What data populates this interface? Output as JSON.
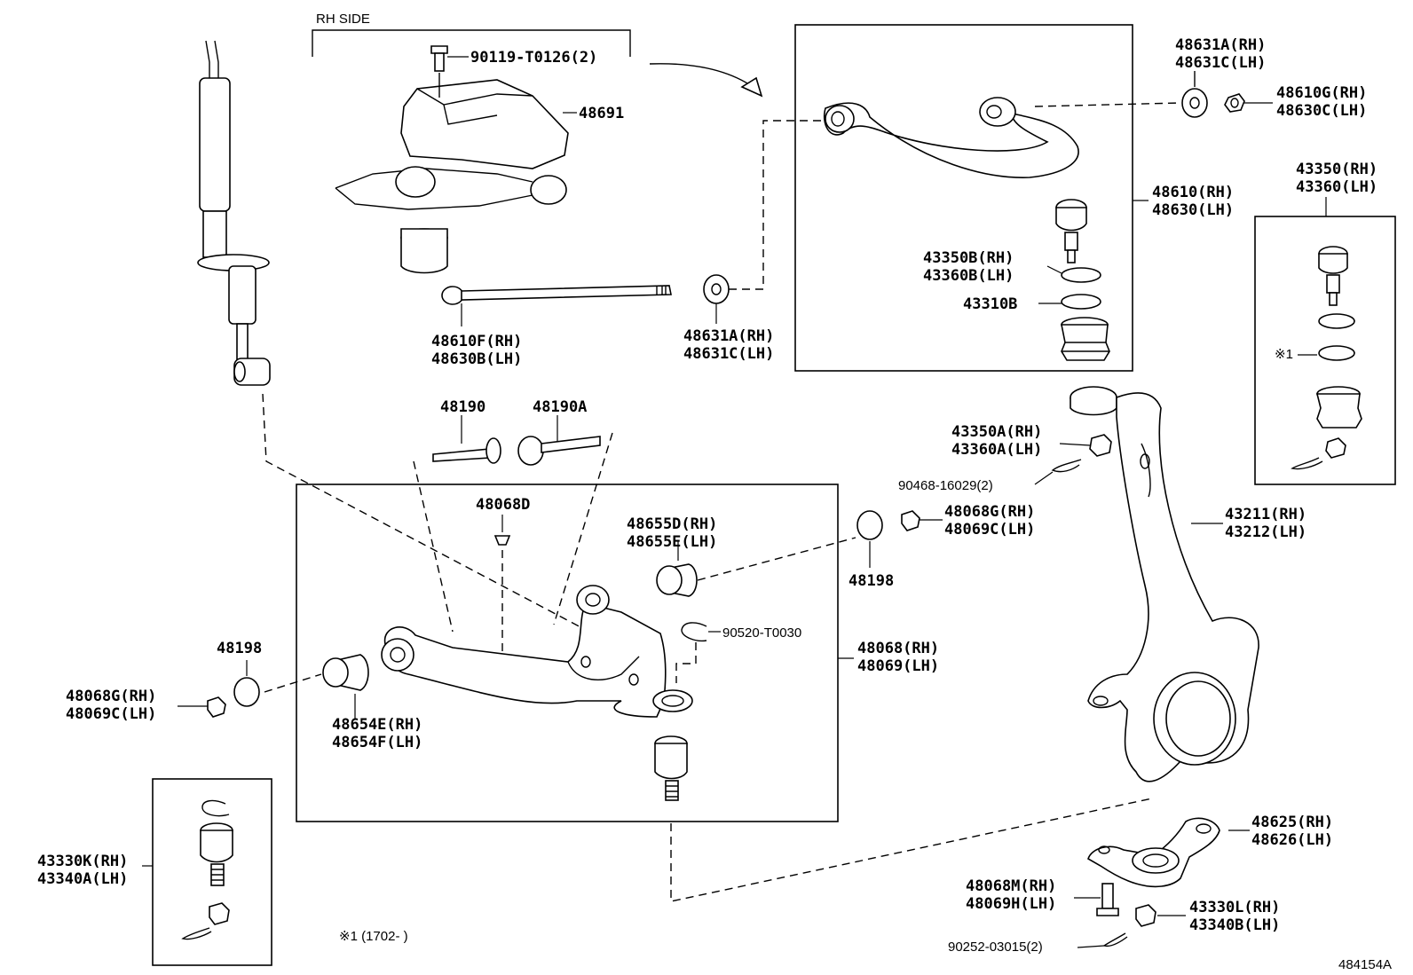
{
  "diagram_code": "484154A",
  "rh_side_label": "RH SIDE",
  "footnote": "※1 (1702-      )",
  "callouts": {
    "bolt_90119": "90119-T0126(2)",
    "p48691": "48691",
    "p48610F": "48610F(RH)",
    "p48630B": "48630B(LH)",
    "p48631A_mid": "48631A(RH)",
    "p48631C_mid": "48631C(LH)",
    "p48631A_top": "48631A(RH)",
    "p48631C_top": "48631C(LH)",
    "p48610G": "48610G(RH)",
    "p48630C": "48630C(LH)",
    "p48610": "48610(RH)",
    "p48630": "48630(LH)",
    "p43350B": "43350B(RH)",
    "p43360B": "43360B(LH)",
    "p43310B": "43310B",
    "p43350": "43350(RH)",
    "p43360": "43360(LH)",
    "mark1": "※1",
    "p48190": "48190",
    "p48190A": "48190A",
    "p43350A": "43350A(RH)",
    "p43360A": "43360A(LH)",
    "p90468": "90468-16029(2)",
    "p48068D": "48068D",
    "p48655D": "48655D(RH)",
    "p48655E": "48655E(LH)",
    "p48068G_r": "48068G(RH)",
    "p48069C_r": "48069C(LH)",
    "p48198_r": "48198",
    "p43211": "43211(RH)",
    "p43212": "43212(LH)",
    "p90520": "90520-T0030",
    "p48068": "48068(RH)",
    "p48069": "48069(LH)",
    "p48198_l": "48198",
    "p48068G_l": "48068G(RH)",
    "p48069C_l": "48069C(LH)",
    "p48654E": "48654E(RH)",
    "p48654F": "48654F(LH)",
    "p43330K": "43330K(RH)",
    "p43340A": "43340A(LH)",
    "p48625": "48625(RH)",
    "p48626": "48626(LH)",
    "p48068M": "48068M(RH)",
    "p48069H": "48069H(LH)",
    "p43330L": "43330L(RH)",
    "p43340B": "43340B(LH)",
    "p90252": "90252-03015(2)"
  }
}
